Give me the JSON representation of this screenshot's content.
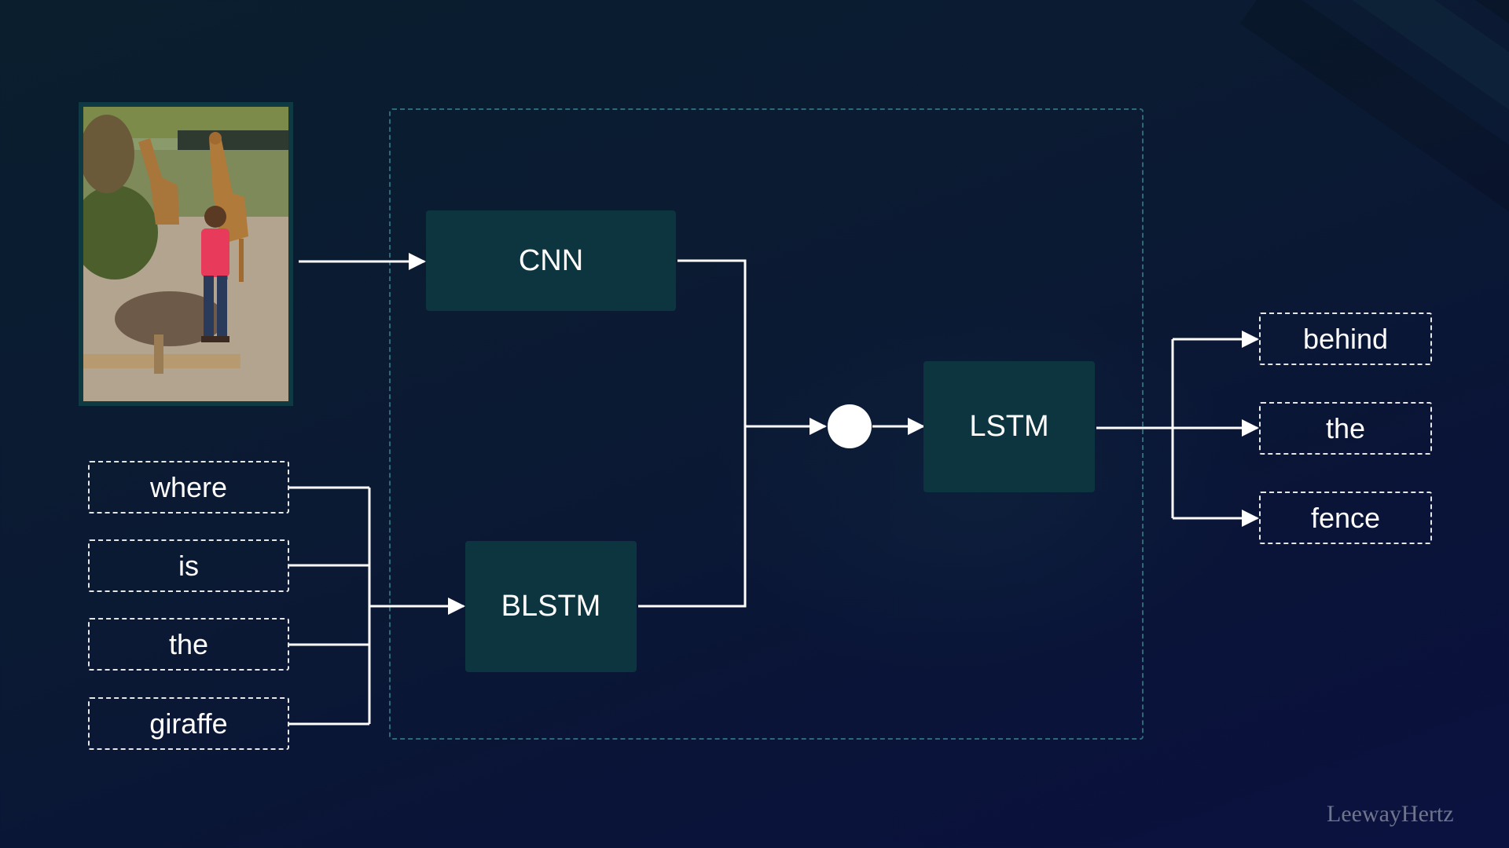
{
  "diagram": {
    "blocks": {
      "cnn": "CNN",
      "blstm": "BLSTM",
      "lstm": "LSTM"
    },
    "input_words": [
      "where",
      "is",
      "the",
      "giraffe"
    ],
    "output_words": [
      "behind",
      "the",
      "fence"
    ]
  },
  "watermark": "LeewayHertz",
  "colors": {
    "background": "#0b1a33",
    "block_fill": "#0d3540",
    "boundary": "#2c6a7a",
    "wire": "#ffffff"
  }
}
